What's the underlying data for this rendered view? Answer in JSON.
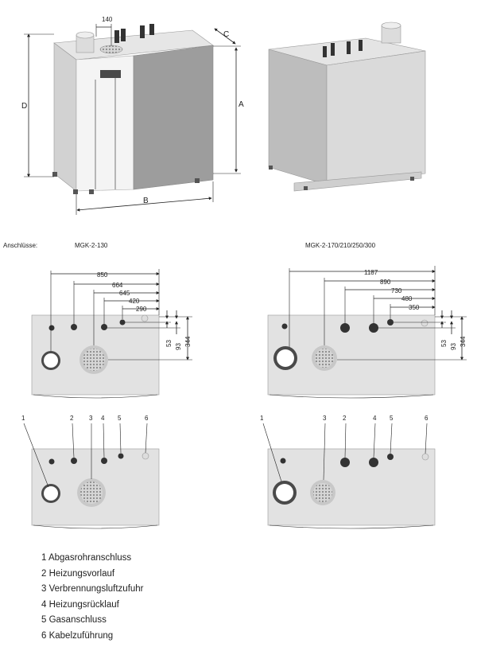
{
  "dims": {
    "height": "D",
    "height_front": "A",
    "width": "B",
    "depth": "C",
    "flue_offset": "140"
  },
  "section": {
    "label": "Anschlüsse:",
    "model_small": "MGK-2-130",
    "model_large": "MGK-2-170/210/250/300"
  },
  "small_dims": {
    "horizontal": [
      "850",
      "664",
      "645",
      "420",
      "290"
    ],
    "vertical": [
      "53",
      "93",
      "344"
    ]
  },
  "large_dims": {
    "horizontal": [
      "1187",
      "890",
      "730",
      "480",
      "350"
    ],
    "vertical": [
      "53",
      "93",
      "344"
    ]
  },
  "callouts": {
    "small": [
      "1",
      "2",
      "3",
      "4",
      "5",
      "6"
    ],
    "large": [
      "1",
      "3",
      "2",
      "4",
      "5",
      "6"
    ]
  },
  "legend": [
    "1 Abgasrohranschluss",
    "2 Heizungsvorlauf",
    "3 Verbrennungsluftzufuhr",
    "4 Heizungsrücklauf",
    "5 Gasanschluss",
    "6 Kabelzuführung"
  ]
}
